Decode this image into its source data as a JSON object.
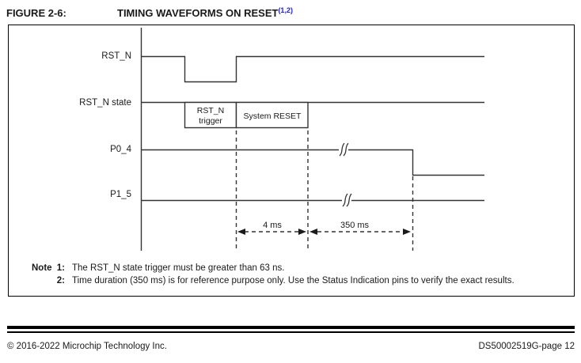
{
  "header": {
    "figure_label": "FIGURE 2-6:",
    "title": "TIMING WAVEFORMS ON RESET",
    "title_superscript": "(1,2)"
  },
  "diagram": {
    "signals": [
      {
        "label": "RST_N"
      },
      {
        "label": "RST_N state"
      },
      {
        "label": "P0_4"
      },
      {
        "label": "P1_5"
      }
    ],
    "state_boxes": [
      {
        "line1": "RST_N",
        "line2": "trigger"
      },
      {
        "line1": "System RESET"
      }
    ],
    "timing_labels": [
      {
        "label": "4 ms"
      },
      {
        "label": "350 ms"
      }
    ]
  },
  "notes": {
    "heading": "Note",
    "items": [
      {
        "num": "1:",
        "text": "The RST_N state trigger must be greater than 63 ns."
      },
      {
        "num": "2:",
        "text": "Time duration (350 ms) is for reference purpose only. Use the Status Indication pins to verify the exact results."
      }
    ]
  },
  "footer": {
    "copyright": "© 2016-2022 Microchip Technology Inc.",
    "doc_page": "DS50002519G-page 12"
  },
  "colors": {
    "superscript_blue": "#2222cc",
    "line": "#333333"
  }
}
